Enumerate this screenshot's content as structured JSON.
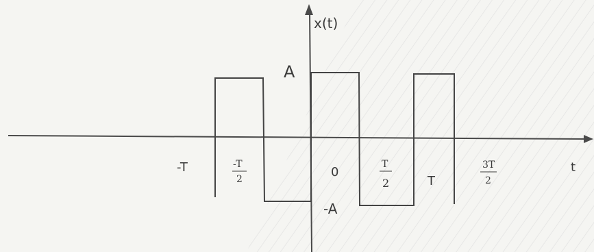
{
  "diagram": {
    "y_axis_label": "x(t)",
    "x_axis_label": "t",
    "amplitude_positive_label": "A",
    "amplitude_negative_label": "-A",
    "tick_labels": {
      "minus_T": "-T",
      "minus_T_half_num": "-T",
      "minus_T_half_den": "2",
      "zero": "0",
      "T_half_num": "T",
      "T_half_den": "2",
      "T": "T",
      "three_T_half_num": "3T",
      "three_T_half_den": "2"
    },
    "colors": {
      "ink": "#3a3a3a",
      "waveform": "#444444",
      "axis": "#4a4a4a",
      "paper": "#f5f5f2",
      "watermark": "#cfcfcf"
    }
  }
}
